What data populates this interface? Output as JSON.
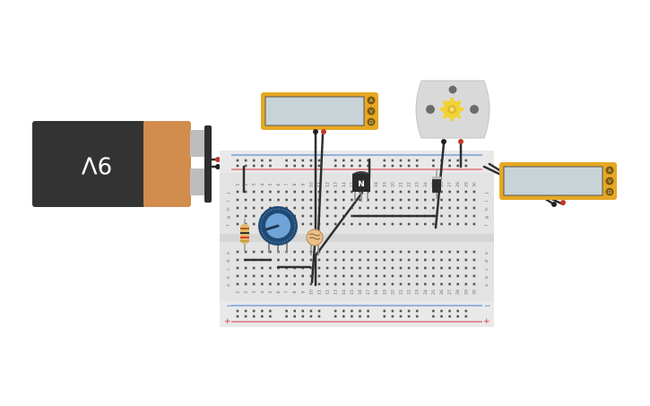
{
  "battery": {
    "label": "9V",
    "body_color": "#333333",
    "cap_color": "#d28c4d",
    "terminal_color": "#bdbdbd"
  },
  "meter_top": {
    "mode_labels": [
      "A",
      "V",
      "Ω"
    ],
    "frame_color": "#e6a823",
    "screen_color": "#c7d3d6"
  },
  "meter_right": {
    "mode_labels": [
      "A",
      "V",
      "Ω"
    ]
  },
  "motor": {
    "body_color": "#d9d9d9",
    "gear_color": "#f2d336"
  },
  "transistor": {
    "label": "N"
  },
  "breadboard": {
    "row_labels_top": [
      "j",
      "i",
      "h",
      "g",
      "f"
    ],
    "row_labels_bottom": [
      "e",
      "d",
      "c",
      "b",
      "a"
    ],
    "column_labels": [
      "1",
      "2",
      "3",
      "4",
      "5",
      "6",
      "7",
      "8",
      "9",
      "10",
      "11",
      "12",
      "13",
      "14",
      "15",
      "16",
      "17",
      "18",
      "19",
      "20",
      "21",
      "22",
      "23",
      "24",
      "25",
      "26",
      "27",
      "28",
      "29",
      "30"
    ],
    "rail_minus": "−",
    "rail_plus": "+"
  },
  "colors": {
    "wire_dark": "#2f2f2f",
    "rail_red": "#d9363e",
    "rail_blue": "#3a7bd5",
    "pot_blue": "#2d5b8c"
  }
}
